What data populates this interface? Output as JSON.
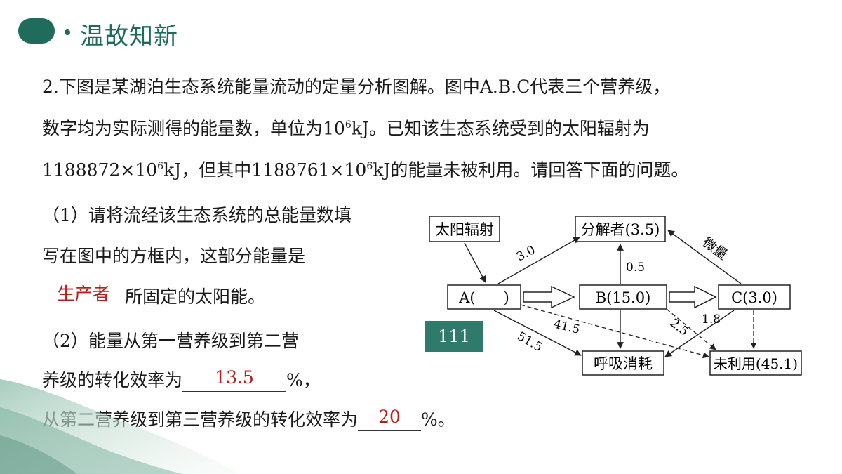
{
  "header": {
    "title": "温故知新"
  },
  "question": {
    "line1": "2.下图是某湖泊生态系统能量流动的定量分析图解。图中A.B.C代表三个营养级，",
    "line2_a": "数字均为实际测得的能量数，单位为10",
    "line2_sup": "6",
    "line2_b": "kJ。已知该生态系统受到的太阳辐射为",
    "line3_a": "1188872×10",
    "line3_sup1": "6",
    "line3_b": "kJ，但其中1188761×10",
    "line3_sup2": "6",
    "line3_c": "kJ的能量未被利用。请回答下面的问题。"
  },
  "q1": {
    "line1": "（1）请将流经该生态系统的总能量数填",
    "line2": "写在图中的方框内，这部分能量是",
    "answer": "生产者",
    "suffix": "所固定的太阳能。"
  },
  "q2": {
    "line1": "（2）能量从第一营养级到第二营",
    "line2_prefix": "养级的转化效率为",
    "answer1": "13.5",
    "line2_suffix": "%，",
    "line3_prefix": "从第二营养级到第三营养级的转化效率为",
    "answer2": "20",
    "line3_suffix": "%。"
  },
  "answer_box": {
    "value": "111"
  },
  "diagram": {
    "sun": "太阳辐射",
    "decomposer": "分解者(3.5)",
    "a": "A(      )",
    "b": "B(15.0)",
    "c": "C(3.0)",
    "respiration": "呼吸消耗",
    "unused": "未利用(45.1)",
    "label_3_0": "3.0",
    "label_0_5": "0.5",
    "label_trace": "微量",
    "label_41_5": "41.5",
    "label_51_5": "51.5",
    "label_2_5": "2.5",
    "label_1_8": "1.8"
  },
  "colors": {
    "accent": "#1f6b5c",
    "answer_red": "#b5201a",
    "box_fill": "#2f7a6b"
  }
}
